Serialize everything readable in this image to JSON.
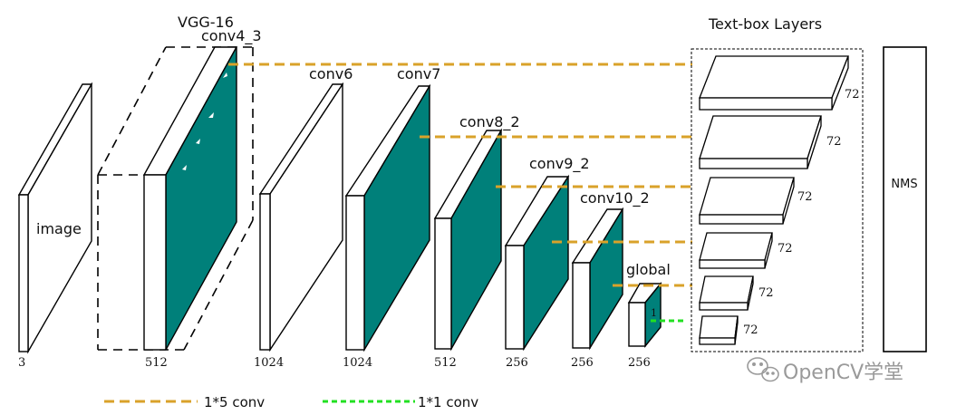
{
  "colors": {
    "teal": "#00807a",
    "orange_dashed": "#d9a22a",
    "green_dashed": "#22e022",
    "outline": "#000000"
  },
  "labels": {
    "vgg": "VGG-16",
    "conv4_3": "conv4_3",
    "conv6": "conv6",
    "conv7": "conv7",
    "conv8_2": "conv8_2",
    "conv9_2": "conv9_2",
    "conv10_2": "conv10_2",
    "global": "global",
    "image": "image",
    "one": "1",
    "textbox_title": "Text-box Layers",
    "nms": "NMS"
  },
  "channels": {
    "image": "3",
    "vgg": "512",
    "conv6": "1024",
    "conv7": "1024",
    "conv8_2": "512",
    "conv9_2": "256",
    "conv10_2": "256",
    "global": "256"
  },
  "textbox_channels": [
    "72",
    "72",
    "72",
    "72",
    "72",
    "72"
  ],
  "legend": {
    "orange": "1*5 conv",
    "green": "1*1 conv"
  },
  "watermark": "OpenCV学堂",
  "watermark_icon": "wechat-icon"
}
